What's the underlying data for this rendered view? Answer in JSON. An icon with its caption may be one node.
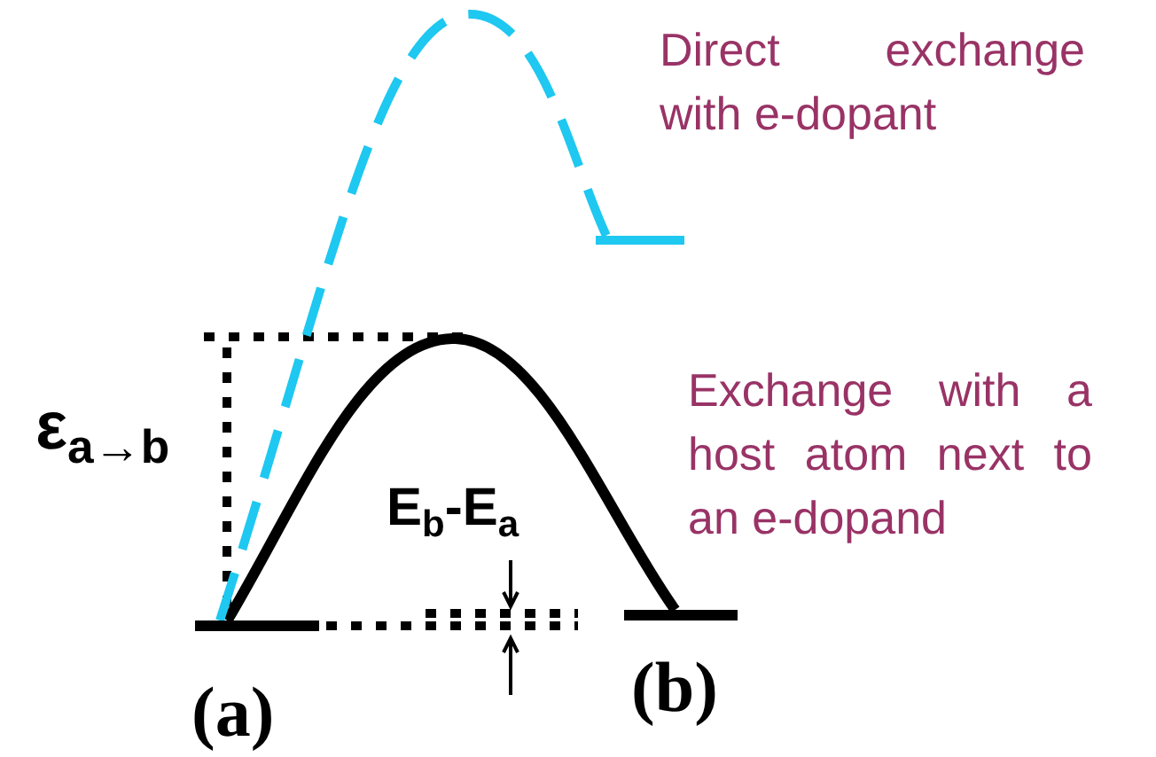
{
  "diagram": {
    "nodes": [
      {
        "text": [],
        "shape": "bar",
        "beside": [
          "(a)"
        ]
      },
      {
        "text": [],
        "shape": "bar",
        "beside": [
          "(b)"
        ]
      },
      {
        "text": [],
        "shape": "bar"
      }
    ],
    "edges": [
      {
        "from": 0,
        "to": 1,
        "arrow": "none"
      },
      {
        "from": 0,
        "to": 2,
        "arrow": "none",
        "style": "dashed",
        "color": "#1ec8f0"
      }
    ],
    "labels": [
      "ε$_{a→b}$",
      "E$_{b}$-E$_{a}$",
      "Direct exchange with e-dopant",
      "Exchange with a host atom next to an e-dopand"
    ]
  }
}
